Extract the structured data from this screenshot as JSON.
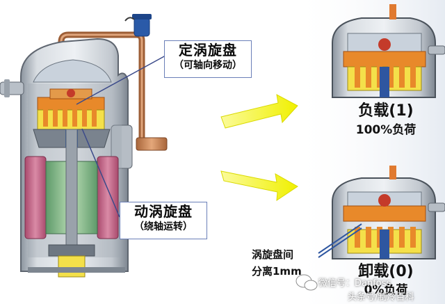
{
  "callouts": {
    "fixed_scroll": {
      "title": "定涡旋盘",
      "note": "（可轴向移动）"
    },
    "orbiting_scroll": {
      "title": "动涡旋盘",
      "note": "（绕轴运转）"
    }
  },
  "states": {
    "loaded": {
      "title": "负载(1)",
      "load": "100%负荷"
    },
    "unloaded": {
      "title": "卸载(0)",
      "load": "0%负荷"
    }
  },
  "separation_label": {
    "line1": "涡旋盘间",
    "line2": "分离1mm"
  },
  "watermark": {
    "wechat": "微信号：Danfoss",
    "source": "头条号/制冷百科"
  },
  "colors": {
    "arrow": "#f0f000",
    "shell": "#c9cfd6",
    "motor_winding": "#c46a8a",
    "scroll_orange": "#e8892a",
    "scroll_yellow": "#f4e04a"
  }
}
